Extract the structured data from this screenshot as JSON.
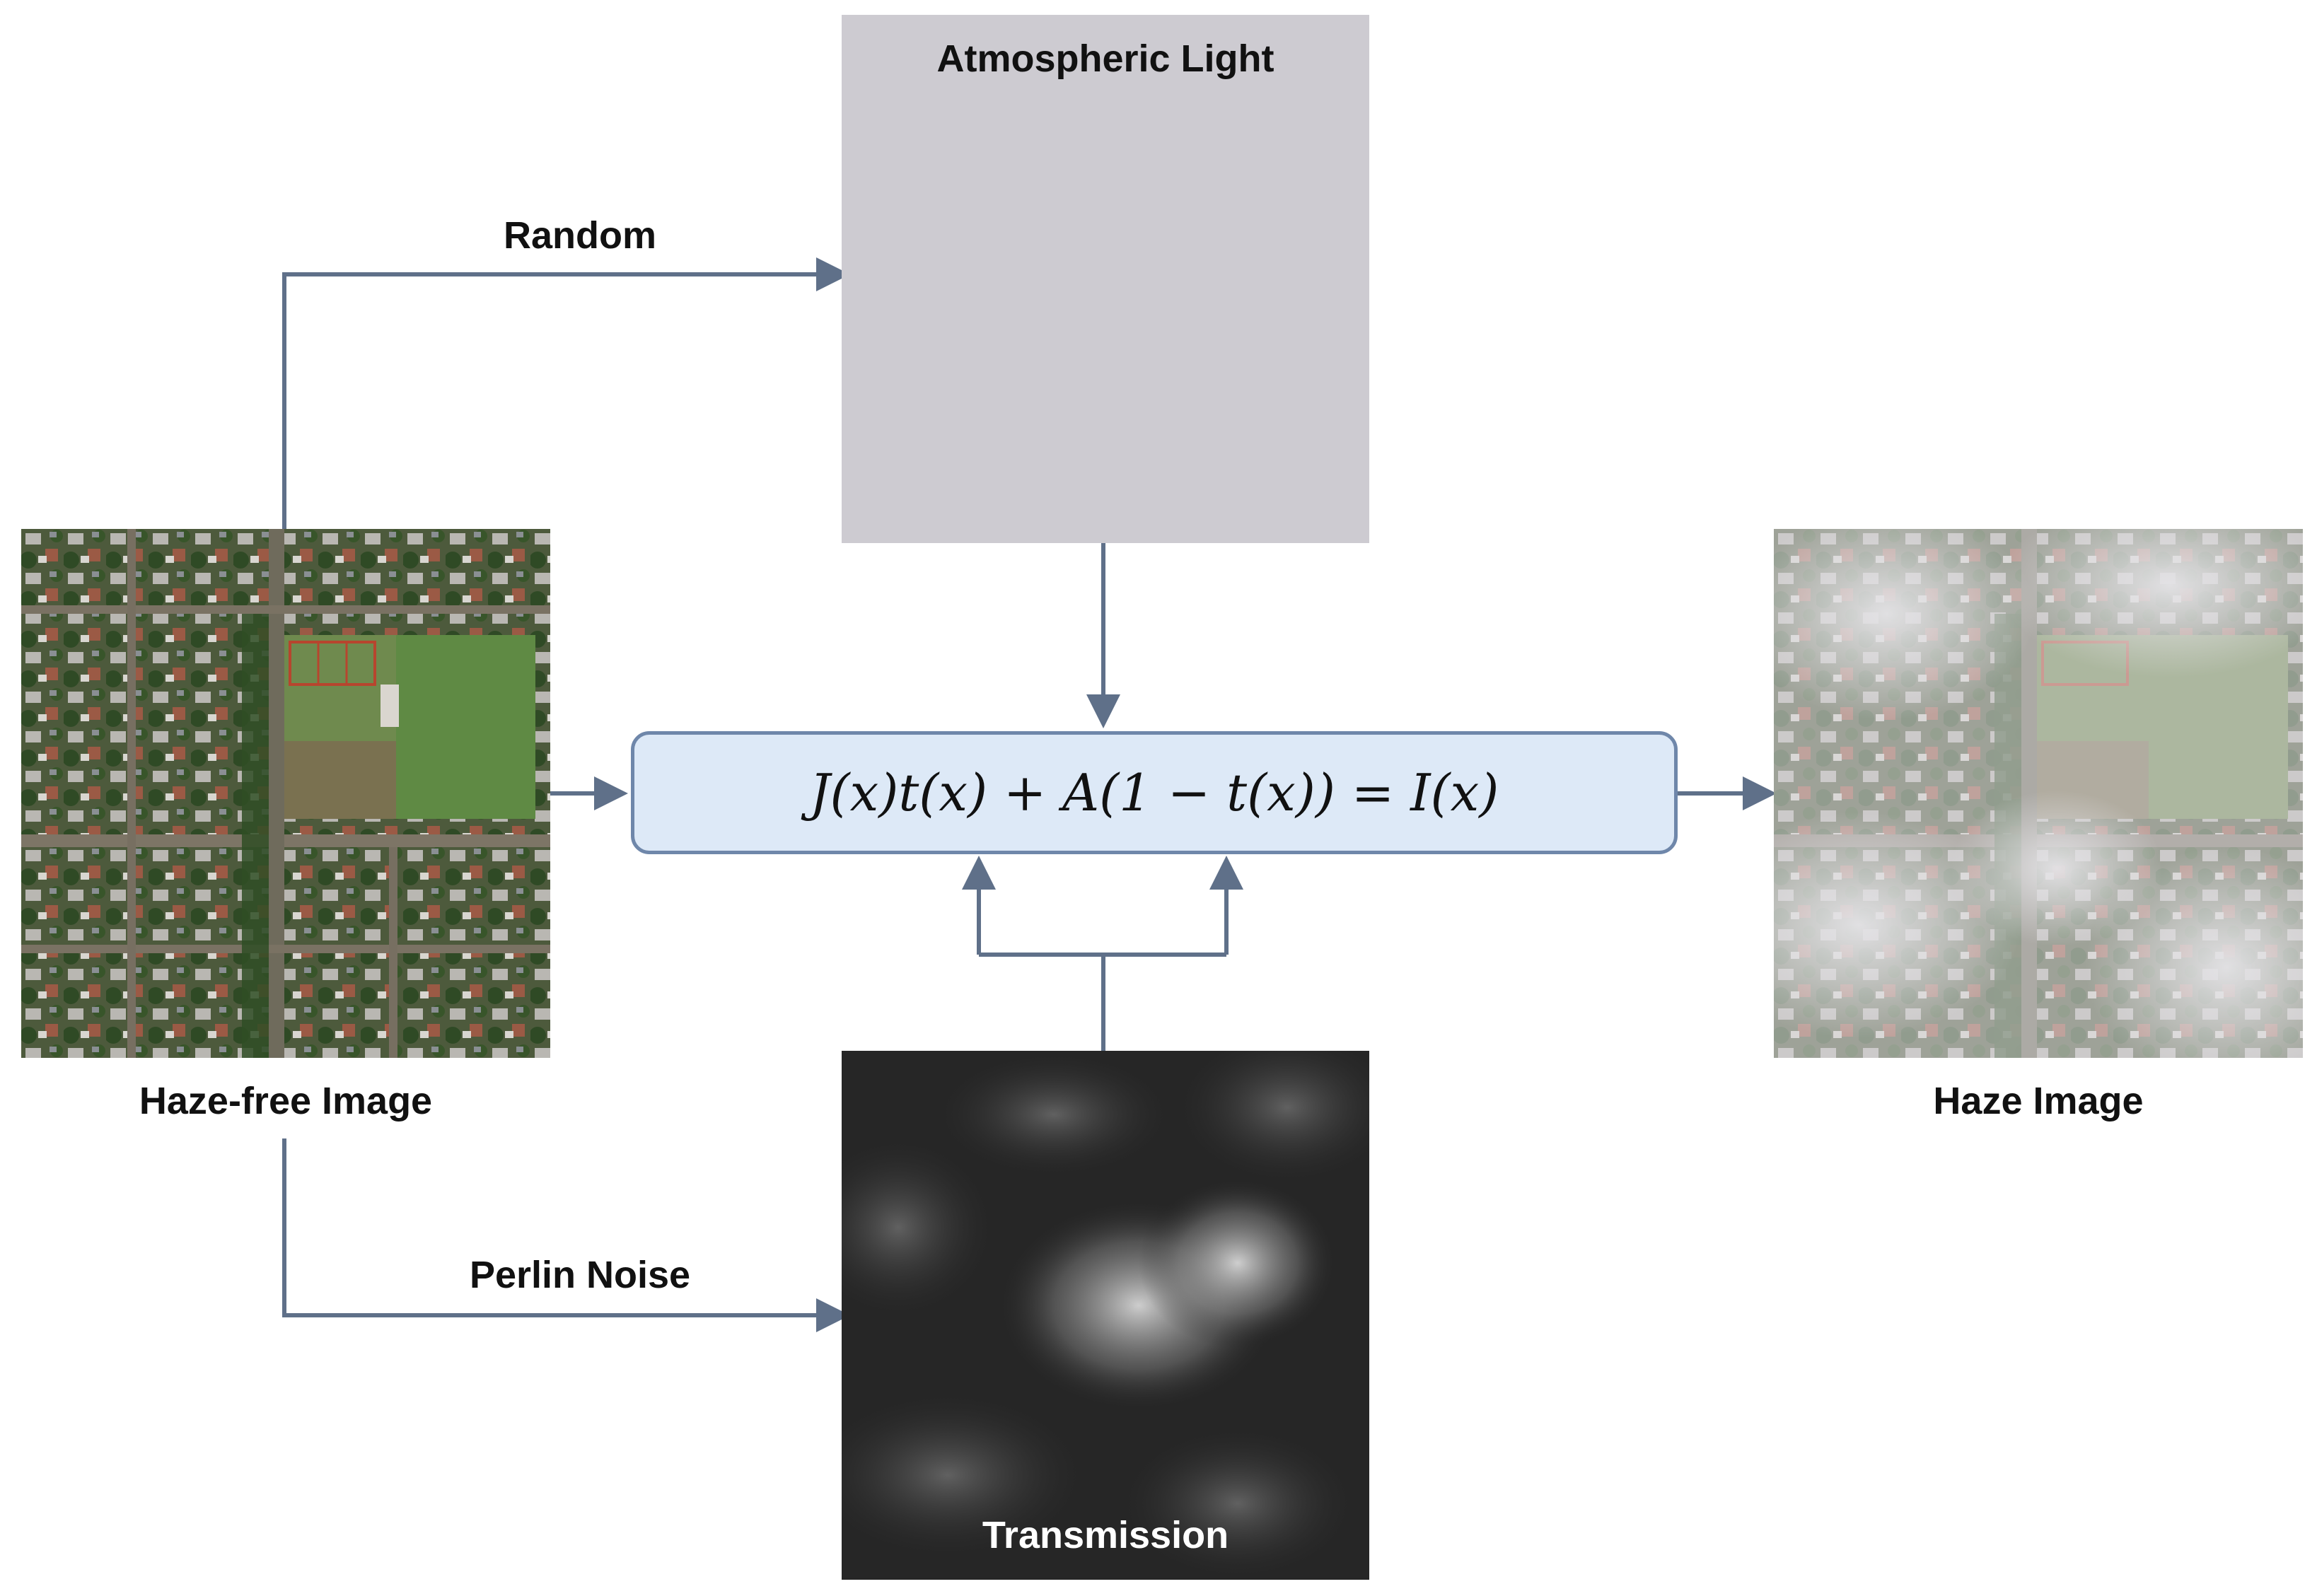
{
  "labels": {
    "random": "Random",
    "perlin_noise": "Perlin Noise",
    "atmospheric_light": "Atmospheric Light",
    "haze_free_image": "Haze-free Image",
    "transmission": "Transmission",
    "haze_image": "Haze Image"
  },
  "formula": "J(x)t(x) + A(1 − t(x)) = I(x)",
  "colors": {
    "arrow": "#5f7089",
    "formula_fill": "#dde9f7",
    "formula_border": "#6f87aa",
    "atmospheric_light": "#cdcbd1",
    "transmission_bg": "#262626"
  }
}
